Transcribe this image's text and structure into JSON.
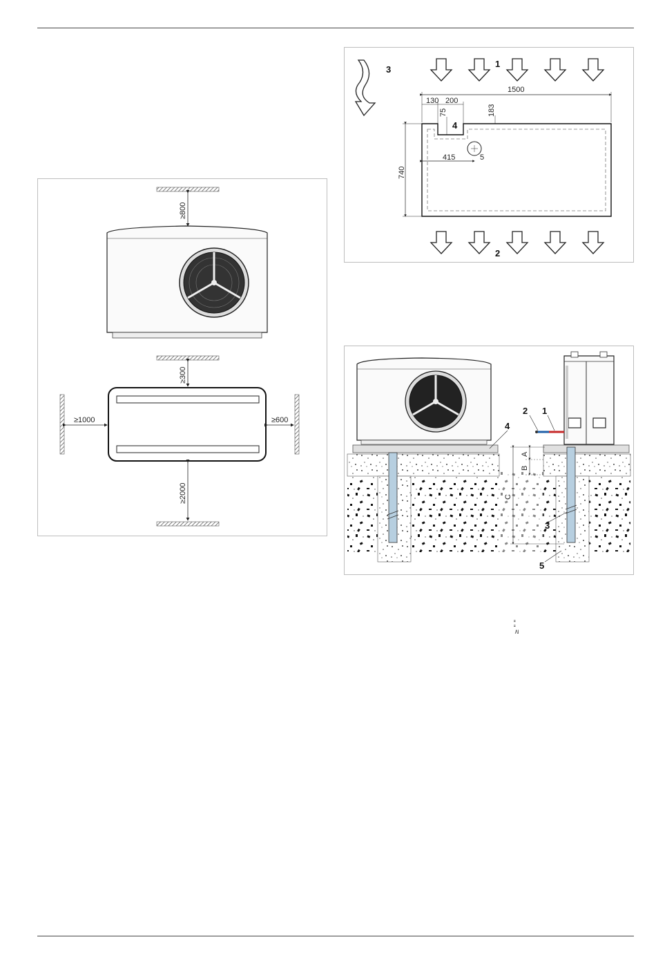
{
  "fig_clearance": {
    "top": "≥800",
    "rear": "≥300",
    "left": "≥1000",
    "right": "≥600",
    "front": "≥2000"
  },
  "fig_dimensions": {
    "callout_1": "1",
    "callout_2": "2",
    "callout_3": "3",
    "callout_4": "4",
    "callout_5": "5",
    "dim_width": "1500",
    "dim_depth": "740",
    "dim_130": "130",
    "dim_200": "200",
    "dim_75": "75",
    "dim_183": "183",
    "dim_415": "415"
  },
  "fig_foundation": {
    "callout_1": "1",
    "callout_2": "2",
    "callout_3": "3",
    "callout_4": "4",
    "callout_5": "5",
    "label_a": "A",
    "label_b": "B",
    "label_c": "C"
  },
  "side_note": "≥ \" \""
}
